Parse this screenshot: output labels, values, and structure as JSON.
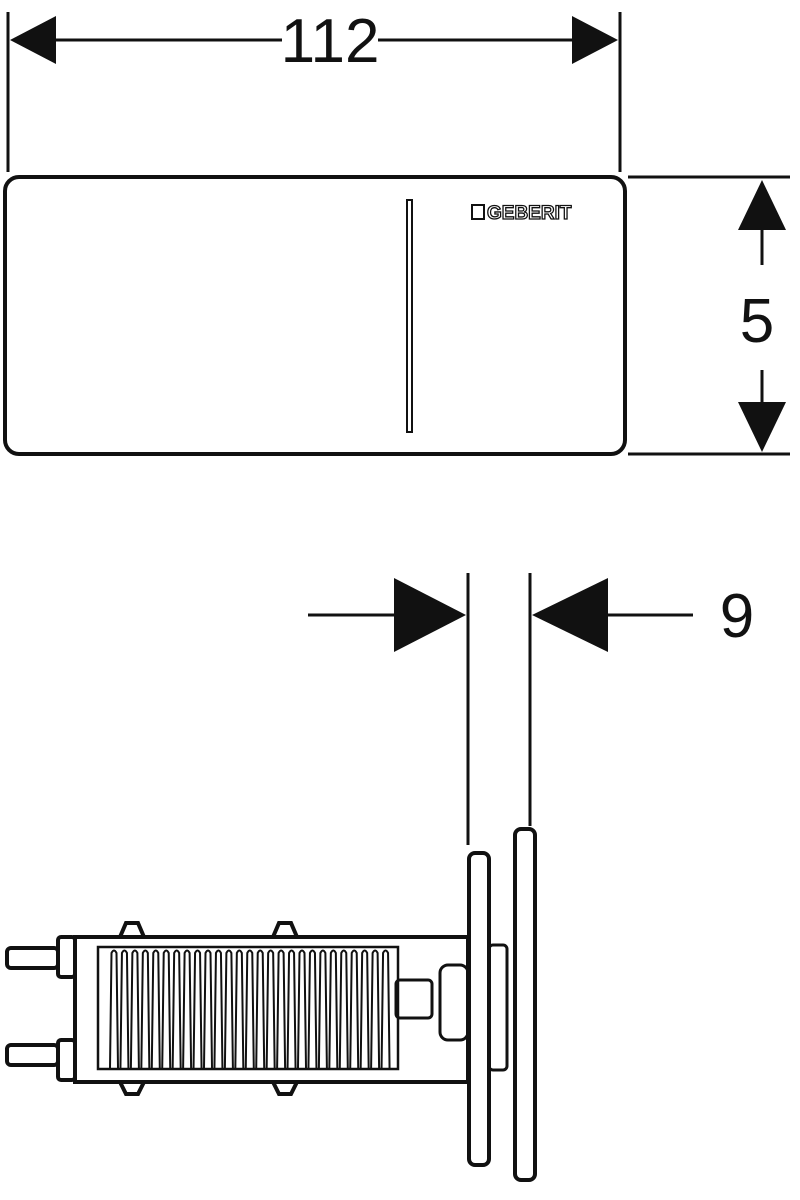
{
  "dimensions": {
    "width_label": "112",
    "height_label": "5",
    "depth_label": "9"
  },
  "logo": {
    "text": "GEBERIT"
  },
  "mechanism": {
    "fin_count": 27
  },
  "colors": {
    "line": "#111111",
    "background": "#ffffff"
  }
}
